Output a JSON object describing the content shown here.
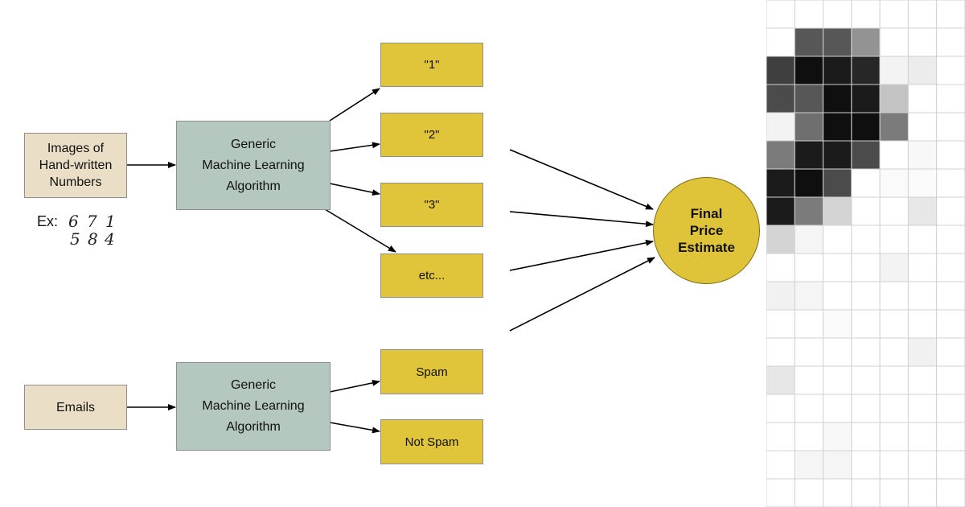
{
  "digits_diagram": {
    "input_label_lines": [
      "Images of",
      "Hand-written",
      "Numbers"
    ],
    "example_prefix": "Ex:",
    "example_digits_row1": [
      "6",
      "7",
      "1"
    ],
    "example_digits_row2": [
      "5",
      "8",
      "4"
    ],
    "algorithm_label_lines": [
      "Generic",
      "Machine Learning",
      "Algorithm"
    ],
    "outputs": [
      "\"1\"",
      "\"2\"",
      "\"3\"",
      "etc..."
    ]
  },
  "email_diagram": {
    "input_label": "Emails",
    "algorithm_label_lines": [
      "Generic",
      "Machine Learning",
      "Algorithm"
    ],
    "outputs": [
      "Spam",
      "Not Spam"
    ]
  },
  "price_estimate": {
    "label_lines": [
      "Final",
      "Price",
      "Estimate"
    ]
  },
  "colors": {
    "input_fill": "#eadfc6",
    "algorithm_fill": "#b4c8c0",
    "output_fill": "#e0c43a",
    "circle_fill": "#dfc43a"
  },
  "pixel_grid": {
    "rows": 18,
    "cols": 7,
    "intensity": [
      [
        0.0,
        0.0,
        0.0,
        0.0,
        0.0,
        0.0,
        0.0
      ],
      [
        0.0,
        0.7,
        0.7,
        0.45,
        0.0,
        0.0,
        0.0
      ],
      [
        0.8,
        1.0,
        0.95,
        0.9,
        0.05,
        0.08,
        0.0
      ],
      [
        0.75,
        0.7,
        1.0,
        0.95,
        0.25,
        0.0,
        0.0
      ],
      [
        0.05,
        0.6,
        1.0,
        1.0,
        0.55,
        0.0,
        0.0
      ],
      [
        0.55,
        0.95,
        0.95,
        0.75,
        0.0,
        0.03,
        0.0
      ],
      [
        0.95,
        1.0,
        0.75,
        0.0,
        0.02,
        0.02,
        0.0
      ],
      [
        0.95,
        0.55,
        0.18,
        0.0,
        0.0,
        0.1,
        0.0
      ],
      [
        0.18,
        0.04,
        0.0,
        0.0,
        0.0,
        0.0,
        0.0
      ],
      [
        0.0,
        0.0,
        0.0,
        0.0,
        0.05,
        0.0,
        0.0
      ],
      [
        0.06,
        0.04,
        0.0,
        0.0,
        0.0,
        0.0,
        0.0
      ],
      [
        0.0,
        0.0,
        0.02,
        0.0,
        0.0,
        0.0,
        0.0
      ],
      [
        0.0,
        0.0,
        0.0,
        0.0,
        0.0,
        0.06,
        0.0
      ],
      [
        0.1,
        0.0,
        0.0,
        0.0,
        0.0,
        0.0,
        0.0
      ],
      [
        0.0,
        0.0,
        0.0,
        0.0,
        0.0,
        0.0,
        0.0
      ],
      [
        0.0,
        0.0,
        0.03,
        0.0,
        0.0,
        0.0,
        0.0
      ],
      [
        0.0,
        0.04,
        0.04,
        0.0,
        0.0,
        0.0,
        0.0
      ],
      [
        0.0,
        0.0,
        0.0,
        0.0,
        0.0,
        0.0,
        0.0
      ]
    ]
  }
}
